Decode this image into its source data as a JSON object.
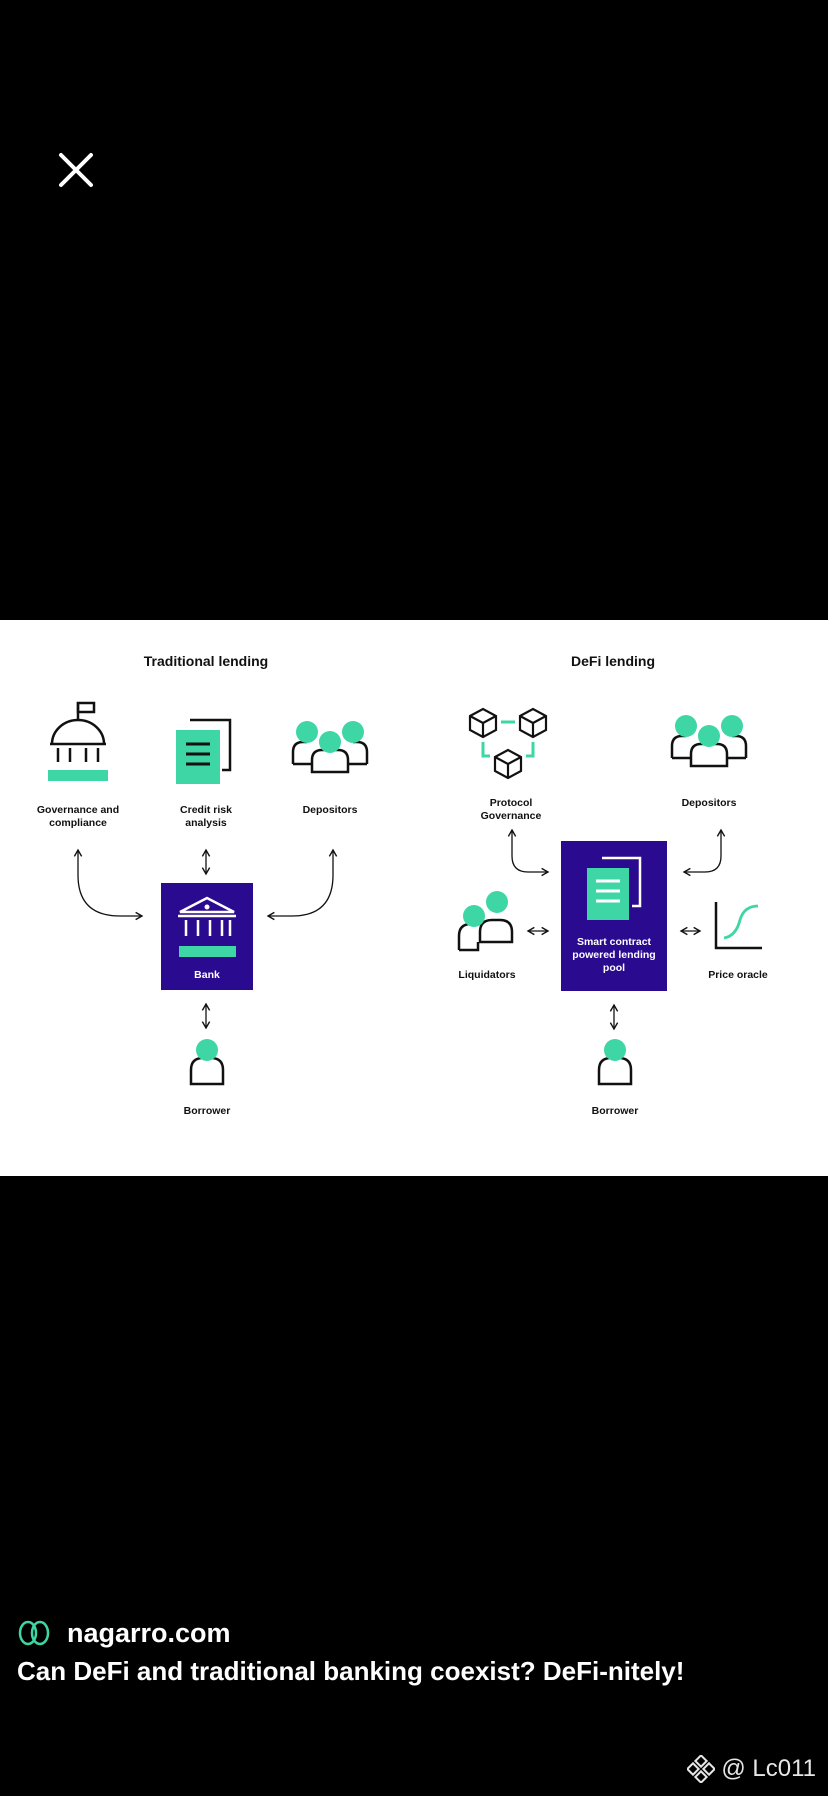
{
  "viewer": {
    "close_icon": "close-icon"
  },
  "diagram": {
    "traditional": {
      "title": "Traditional lending",
      "governance_l1": "Governance and",
      "governance_l2": "compliance",
      "credit_l1": "Credit risk",
      "credit_l2": "analysis",
      "depositors": "Depositors",
      "bank": "Bank",
      "borrower": "Borrower"
    },
    "defi": {
      "title": "DeFi lending",
      "protocol_l1": "Protocol",
      "protocol_l2": "Governance",
      "depositors": "Depositors",
      "liquidators": "Liquidators",
      "pool_l1": "Smart contract",
      "pool_l2": "powered lending",
      "pool_l3": "pool",
      "price_oracle": "Price oracle",
      "borrower": "Borrower"
    },
    "colors": {
      "accent": "#3ed6a4",
      "purple": "#2a0a8f",
      "ink": "#111111"
    }
  },
  "source": {
    "domain": "nagarro.com",
    "logo_icon": "nagarro-logo-icon"
  },
  "caption": "Can DeFi and traditional banking coexist? DeFi-nitely!",
  "watermark": {
    "text": "@ Lc011",
    "logo_icon": "binance-logo-icon"
  }
}
